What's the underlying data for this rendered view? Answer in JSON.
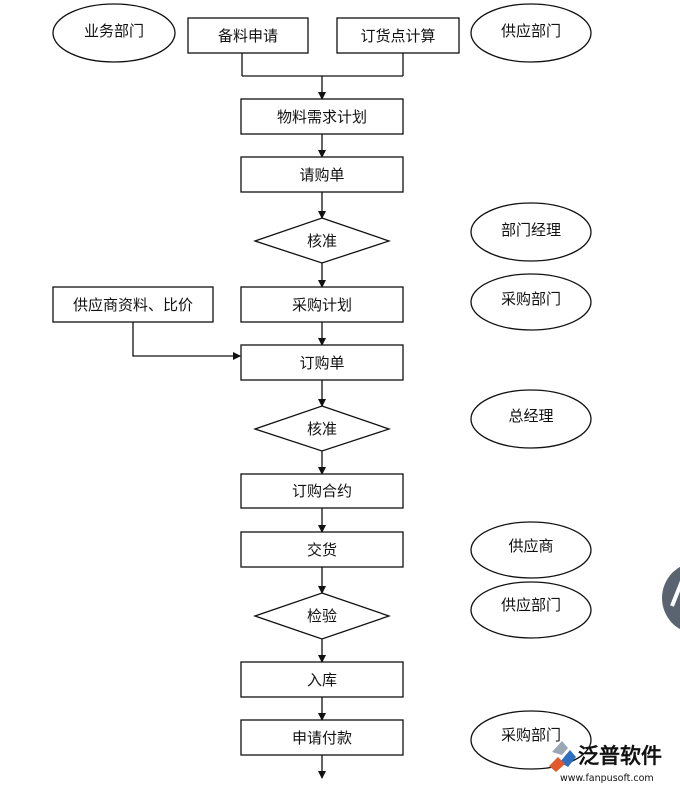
{
  "flow": {
    "request_materials": "备料申请",
    "reorder_point_calc": "订货点计算",
    "material_plan": "物料需求计划",
    "purchase_request": "请购单",
    "review_1": "核准",
    "purchase_plan": "采购计划",
    "supplier_info": "供应商资料、比价",
    "purchase_order": "订购单",
    "review_2": "核准",
    "purchase_contract": "订购合约",
    "delivery": "交货",
    "inspection": "检验",
    "warehousing": "入库",
    "payment_request": "申请付款"
  },
  "roles": {
    "business_dept": "业务部门",
    "supply_dept_1": "供应部门",
    "dept_manager": "部门经理",
    "purchasing_dept_1": "采购部门",
    "general_manager": "总经理",
    "supplier": "供应商",
    "supply_dept_2": "供应部门",
    "purchasing_dept_2": "采购部门"
  },
  "watermark": {
    "brand": "泛普软件",
    "url": "www.fanpusoft.com"
  }
}
